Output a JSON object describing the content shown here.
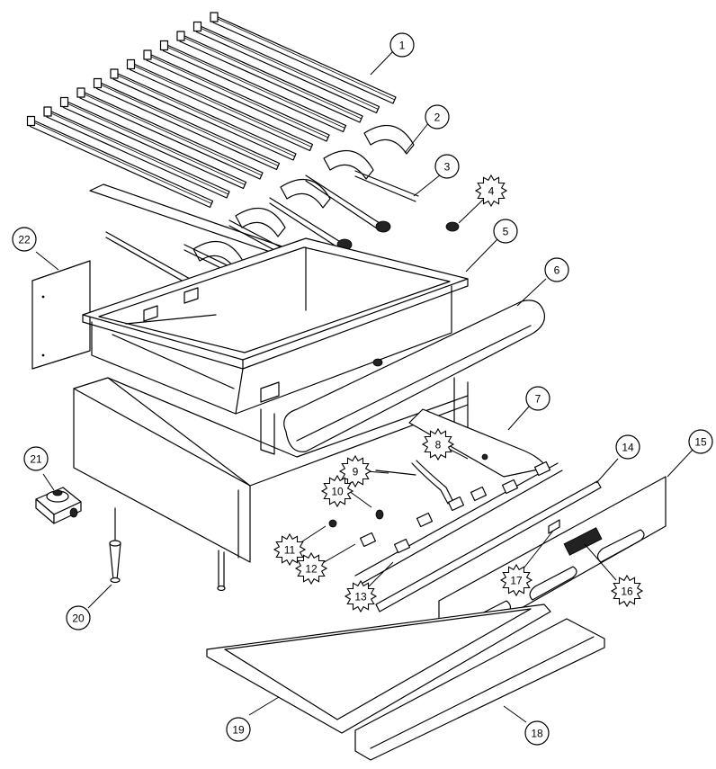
{
  "callouts": [
    {
      "id": "1",
      "shape": "circle"
    },
    {
      "id": "2",
      "shape": "circle"
    },
    {
      "id": "3",
      "shape": "circle"
    },
    {
      "id": "4",
      "shape": "star"
    },
    {
      "id": "5",
      "shape": "circle"
    },
    {
      "id": "6",
      "shape": "circle"
    },
    {
      "id": "7",
      "shape": "circle"
    },
    {
      "id": "8",
      "shape": "star"
    },
    {
      "id": "9",
      "shape": "star"
    },
    {
      "id": "10",
      "shape": "star"
    },
    {
      "id": "11",
      "shape": "star"
    },
    {
      "id": "12",
      "shape": "star"
    },
    {
      "id": "13",
      "shape": "star"
    },
    {
      "id": "14",
      "shape": "circle"
    },
    {
      "id": "15",
      "shape": "circle"
    },
    {
      "id": "16",
      "shape": "star"
    },
    {
      "id": "17",
      "shape": "star"
    },
    {
      "id": "18",
      "shape": "circle"
    },
    {
      "id": "19",
      "shape": "circle"
    },
    {
      "id": "20",
      "shape": "circle"
    },
    {
      "id": "21",
      "shape": "circle"
    },
    {
      "id": "22",
      "shape": "circle"
    }
  ]
}
